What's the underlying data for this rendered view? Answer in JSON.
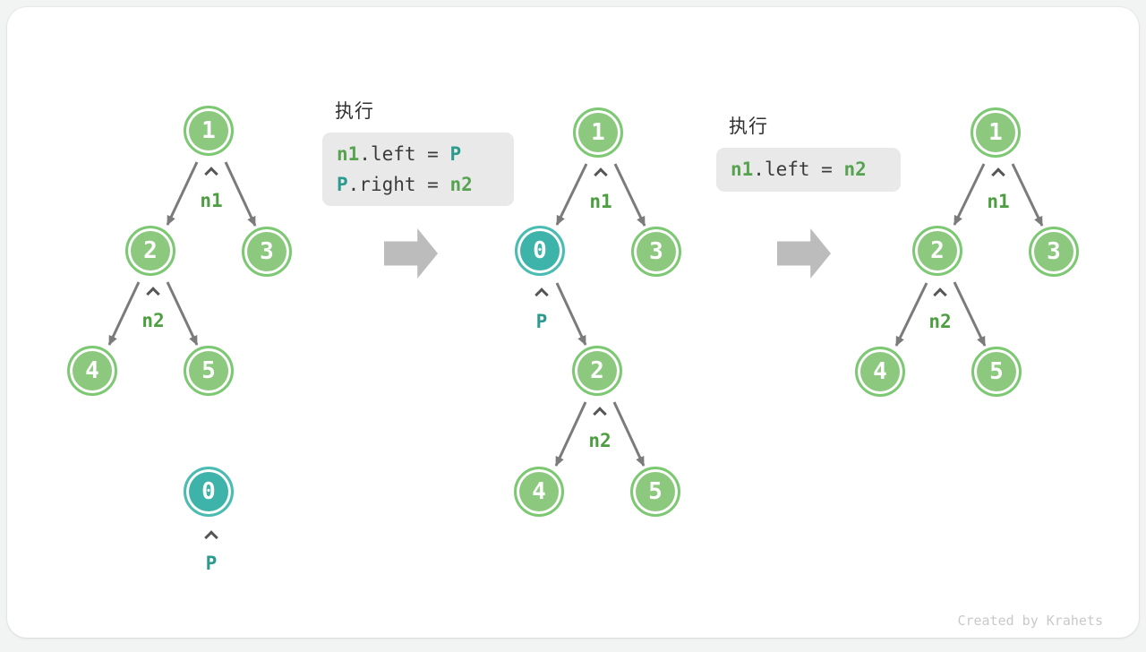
{
  "watermark": "Created by Krahets",
  "colors": {
    "page-bg": "#f2f3f3",
    "card-bg": "#ffffff",
    "node-green-fill": "#8dc87f",
    "node-green-border": "#7dc873",
    "node-teal-fill": "#3db3a9",
    "node-teal-border": "#4abcb2",
    "node-text": "#ffffff",
    "pointer-green": "#4c9e41",
    "pointer-teal": "#2d9a8e",
    "code-bg": "#e9e9e9",
    "code-plain": "#3b3b3b",
    "code-green": "#57a351",
    "code-teal": "#2d9a8e",
    "edge": "#7b7b7b",
    "caret": "#565656",
    "block-arrow": "#bcbcbc",
    "watermark": "#c9c9c9",
    "title": "#303030"
  },
  "code_blocks": [
    {
      "title": "执行",
      "lines": [
        {
          "tokens": [
            {
              "t": "n1"
            },
            {
              "t": ".left = "
            },
            {
              "t": "P"
            }
          ]
        },
        {
          "tokens": [
            {
              "t": "P"
            },
            {
              "t": ".right = "
            },
            {
              "t": "n2"
            }
          ]
        }
      ]
    },
    {
      "title": "执行",
      "lines": [
        {
          "tokens": [
            {
              "t": "n1"
            },
            {
              "t": ".left = "
            },
            {
              "t": "n2"
            }
          ]
        }
      ]
    }
  ],
  "trees": [
    {
      "name": "initial tree with detached node P",
      "nodes": [
        {
          "v": "1"
        },
        {
          "v": "2"
        },
        {
          "v": "3"
        },
        {
          "v": "4"
        },
        {
          "v": "5"
        }
      ],
      "detached": {
        "v": "0"
      },
      "labels": {
        "n1": "n1",
        "n2": "n2",
        "p": "P"
      }
    },
    {
      "name": "after inserting P between n1 and n2",
      "nodes": [
        {
          "v": "1"
        },
        {
          "v": "0"
        },
        {
          "v": "3"
        },
        {
          "v": "2"
        },
        {
          "v": "4"
        },
        {
          "v": "5"
        }
      ],
      "labels": {
        "n1": "n1",
        "n2": "n2",
        "p": "P"
      }
    },
    {
      "name": "after removing P",
      "nodes": [
        {
          "v": "1"
        },
        {
          "v": "2"
        },
        {
          "v": "3"
        },
        {
          "v": "4"
        },
        {
          "v": "5"
        }
      ],
      "labels": {
        "n1": "n1",
        "n2": "n2"
      }
    }
  ]
}
